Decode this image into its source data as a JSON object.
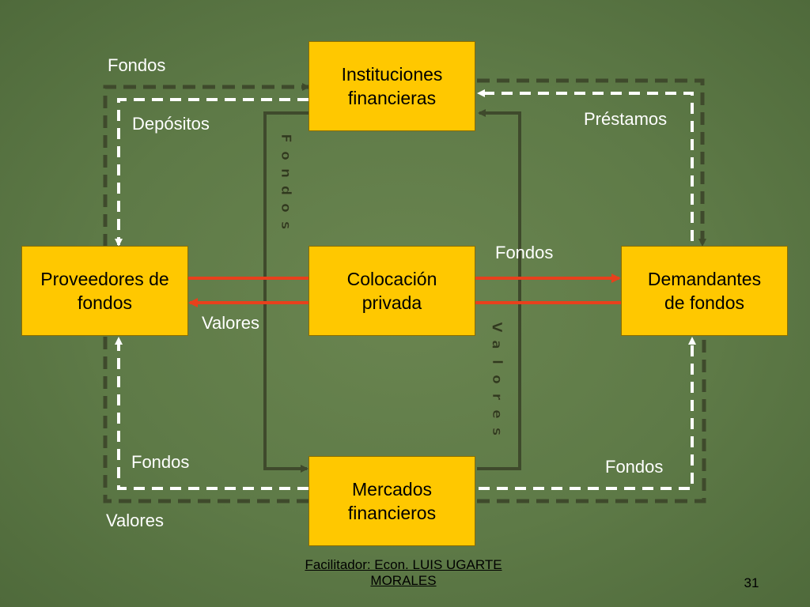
{
  "nodes": {
    "instituciones": [
      "Instituciones",
      "financieras"
    ],
    "proveedores": [
      "Proveedores de",
      "fondos"
    ],
    "colocacion": [
      "Colocación",
      "privada"
    ],
    "demandantes": [
      "Demandantes",
      "de fondos"
    ],
    "mercados": [
      "Mercados",
      "financieros"
    ]
  },
  "labels": {
    "fondos_top_left": "Fondos",
    "depositos": "Depósitos",
    "prestamos": "Préstamos",
    "fondos_mid_right": "Fondos",
    "valores_mid_left": "Valores",
    "fondos_bottom_left": "Fondos",
    "valores_bottom_left": "Valores",
    "fondos_bottom_right": "Fondos"
  },
  "vertical_labels": {
    "fondos": "Fondos",
    "valores": "Valores"
  },
  "footer": {
    "line1": "Facilitador: Econ. LUIS UGARTE",
    "line2": "MORALES",
    "page_number": "31"
  },
  "colors": {
    "box_fill": "#ffc800",
    "dashed_dark": "#3f4a2c",
    "dashed_white": "#ffffff",
    "solid_red": "#e8401c",
    "solid_dark": "#3f4a2c"
  }
}
